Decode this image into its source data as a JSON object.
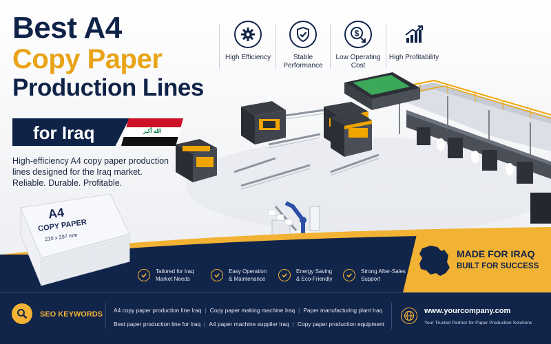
{
  "headline": {
    "line1": "Best A4",
    "line2": "Copy Paper",
    "line3": "Production Lines",
    "country_label": "for Iraq",
    "flag_inscription": "الله أكبر"
  },
  "subtitle": "High-efficiency A4 copy paper production lines designed for the Iraq market. Reliable. Durable. Profitable.",
  "features": [
    {
      "icon": "gear-icon",
      "label": "High Efficiency"
    },
    {
      "icon": "shield-check-icon",
      "label": "Stable Performance"
    },
    {
      "icon": "dollar-down-icon",
      "label": "Low Operating Cost"
    },
    {
      "icon": "growth-chart-icon",
      "label": "High Profitability"
    }
  ],
  "ream": {
    "size": "A4",
    "label": "COPY PAPER",
    "dims": "210 x 297 mm"
  },
  "badge": {
    "line1": "MADE FOR IRAQ",
    "line2": "BUILT FOR SUCCESS"
  },
  "benefits": [
    {
      "line1": "Tailored for Iraq",
      "line2": "Market Needs"
    },
    {
      "line1": "Easy Operation",
      "line2": "& Maintenance"
    },
    {
      "line1": "Energy Saving",
      "line2": "& Eco-Friendly"
    },
    {
      "line1": "Strong After-Sales",
      "line2": "Support"
    }
  ],
  "seo": {
    "label": "SEO KEYWORDS",
    "row1": [
      "A4 copy paper production line Iraq",
      "Copy paper making machine Iraq",
      "Paper manufacturing plant Iraq"
    ],
    "row2": [
      "Best paper production line for Iraq",
      "A4 paper machine supplier Iraq",
      "Copy paper production equipment"
    ]
  },
  "contact": {
    "website": "www.yourcompany.com",
    "tagline": "Your Trusted Partner for Paper Production Solutions"
  },
  "colors": {
    "navy": "#0f2247",
    "gold": "#e8a317",
    "badge": "#f2b233",
    "flag_red": "#ce1126",
    "flag_green": "#007a3d"
  }
}
